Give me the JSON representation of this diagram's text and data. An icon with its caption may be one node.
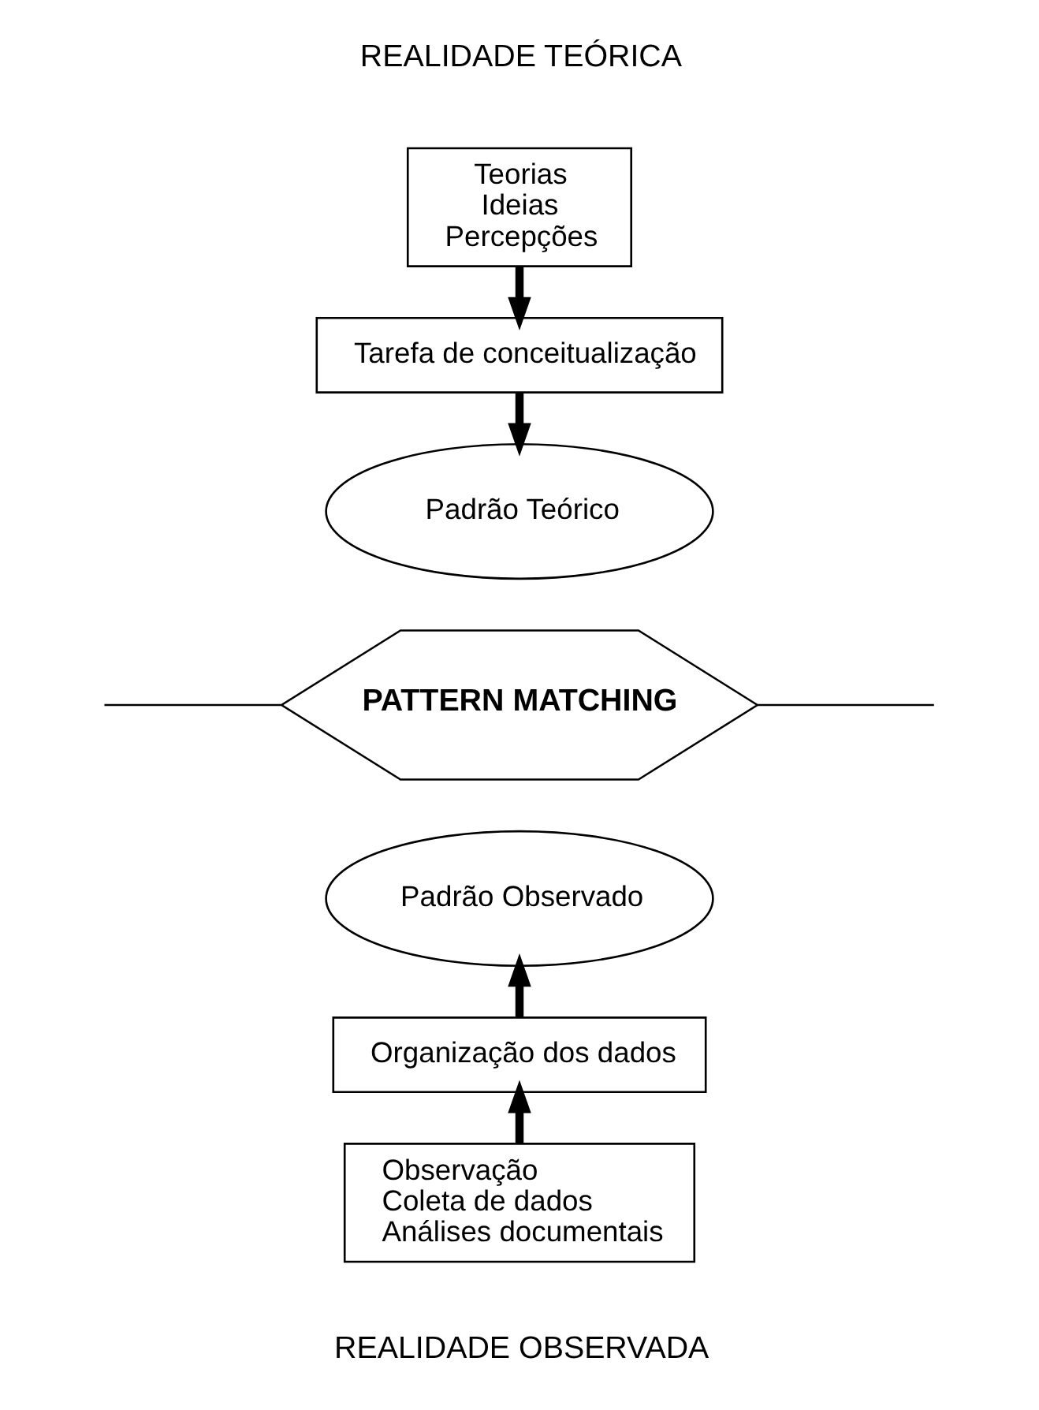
{
  "diagram": {
    "nodes": [
      {
        "text": [
          "Teorias",
          "Ideias",
          "Percepções"
        ]
      },
      {
        "text": [
          "Tarefa de conceitualização"
        ]
      },
      {
        "text": [
          "Padrão Teórico"
        ]
      },
      {
        "text": [
          "PATTERN MATCHING"
        ]
      },
      {
        "text": [
          "Padrão Observado"
        ]
      },
      {
        "text": [
          "Organização dos dados"
        ]
      },
      {
        "text": [
          "Observação",
          "Coleta de dados",
          "Análises documentais"
        ]
      }
    ],
    "edges": [
      {
        "from": 0,
        "to": 1,
        "arrow": "to"
      },
      {
        "from": 1,
        "to": 2,
        "arrow": "to"
      },
      {
        "from": null,
        "to": 3,
        "arrow": "none"
      },
      {
        "from": 3,
        "to": null,
        "arrow": "none"
      },
      {
        "from": 5,
        "to": 4,
        "arrow": "to"
      },
      {
        "from": 6,
        "to": 5,
        "arrow": "to"
      }
    ],
    "labels": [
      "REALIDADE TEÓRICA",
      "REALIDADE OBSERVADA"
    ]
  }
}
